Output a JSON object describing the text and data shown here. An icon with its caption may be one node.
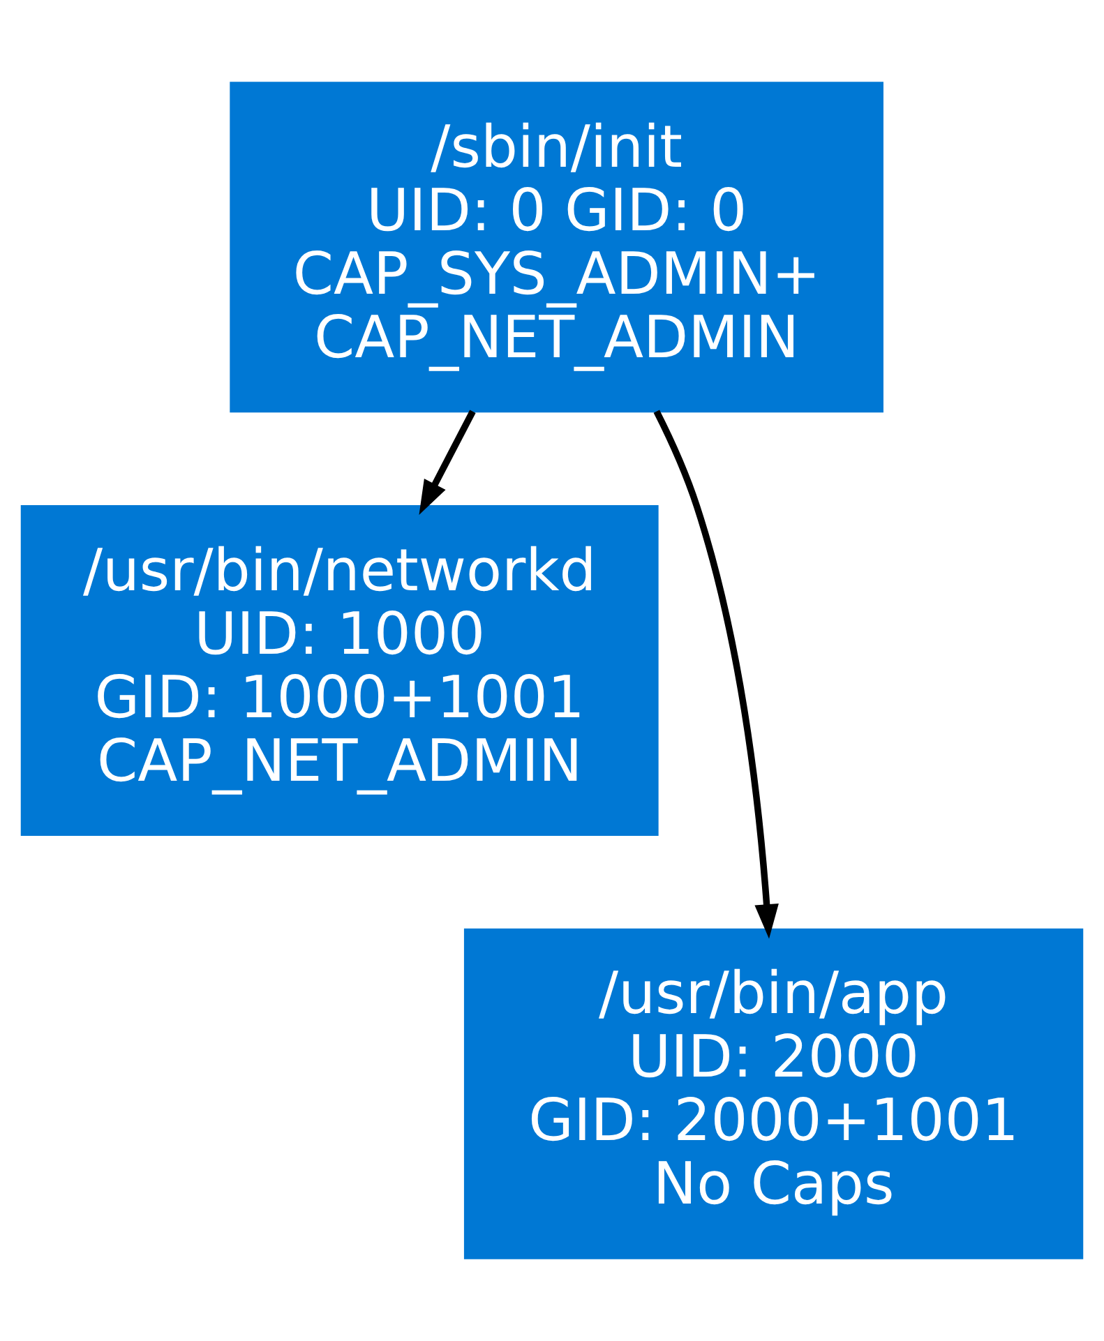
{
  "diagram": {
    "nodes": [
      {
        "text": [
          "/sbin/init",
          "UID: 0 GID: 0",
          "CAP_SYS_ADMIN+",
          "CAP_NET_ADMIN"
        ]
      },
      {
        "text": [
          "/usr/bin/networkd",
          "UID: 1000",
          "GID: 1000+1001",
          "CAP_NET_ADMIN"
        ]
      },
      {
        "text": [
          "/usr/bin/app",
          "UID: 2000",
          "GID: 2000+1001",
          "No Caps"
        ]
      }
    ],
    "edges": [
      {
        "from": 0,
        "to": 2,
        "arrow": "to"
      },
      {
        "from": 0,
        "to": 1,
        "arrow": "to"
      }
    ]
  }
}
